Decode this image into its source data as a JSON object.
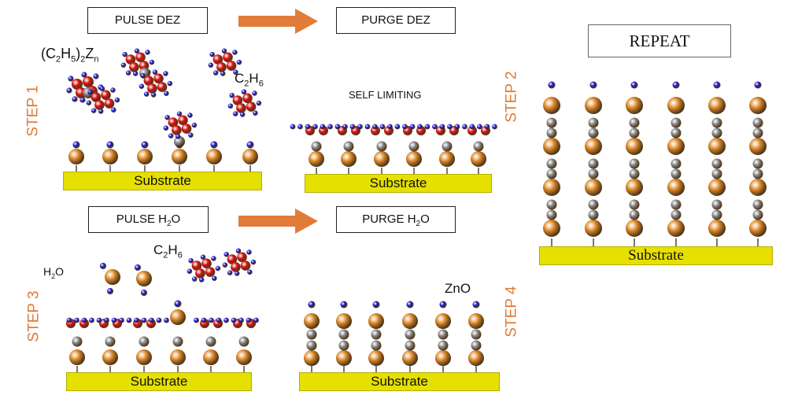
{
  "boxes": {
    "pulse_dez": "PULSE DEZ",
    "purge_dez": "PURGE DEZ",
    "pulse_h2o": "PULSE H",
    "purge_h2o": "PURGE H",
    "h2o_sub": "2",
    "h2o_tail": "O",
    "repeat": "REPEAT"
  },
  "steps": {
    "step1": "STEP 1",
    "step2": "STEP 2",
    "step3": "STEP 3",
    "step4": "STEP 4"
  },
  "labels": {
    "dez_formula_a": "(C",
    "dez_formula_sub1": "2",
    "dez_formula_b": "H",
    "dez_formula_sub2": "5",
    "dez_formula_c": ")",
    "dez_formula_sub3": "2",
    "dez_formula_d": "Z",
    "dez_formula_sub4": "n",
    "ethane_c": "C",
    "ethane_sub1": "2",
    "ethane_h": "H",
    "ethane_sub2": "6",
    "self_limiting": "SELF LIMITING",
    "water_h": "H",
    "water_sub": "2",
    "water_o": "O",
    "zno": "ZnO"
  },
  "substrate": "Substrate",
  "colors": {
    "step_text": "#e07b39",
    "arrow": "#e07b39",
    "substrate": "#e6e000",
    "zinc_atom": "#e08a2a",
    "carbon_atom": "#8a8a8a",
    "hydrogen_atom": "#1a1ad0",
    "red_atom": "#dd1111"
  }
}
